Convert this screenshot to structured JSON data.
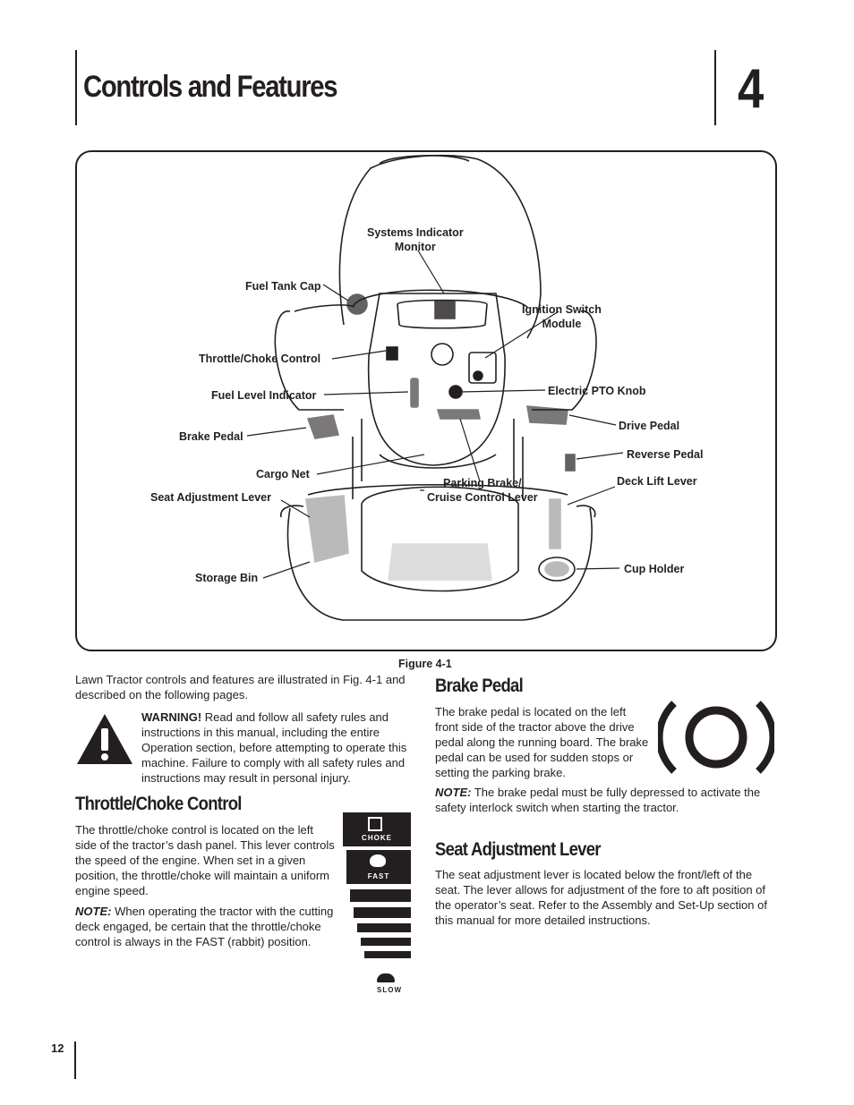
{
  "chapter": {
    "title": "Controls and Features",
    "number": "4"
  },
  "figure": {
    "caption": "Figure 4-1",
    "labels": {
      "systems_indicator": "Systems Indicator\nMonitor",
      "fuel_tank_cap": "Fuel Tank Cap",
      "ignition_switch": "Ignition Switch\nModule",
      "throttle_choke": "Throttle/Choke Control",
      "fuel_level": "Fuel Level Indicator",
      "electric_pto": "Electric PTO Knob",
      "drive_pedal": "Drive Pedal",
      "brake_pedal": "Brake Pedal",
      "reverse_pedal": "Reverse Pedal",
      "cargo_net": "Cargo Net",
      "deck_lift": "Deck Lift Lever",
      "seat_adjustment": "Seat Adjustment Lever",
      "parking_brake": "Parking Brake/\nCruise Control Lever",
      "cup_holder": "Cup Holder",
      "storage_bin": "Storage Bin"
    }
  },
  "intro": "Lawn Tractor controls and features are illustrated in Fig. 4-1 and described on the following pages.",
  "warning": {
    "label": "WARNING!",
    "text": " Read and follow all safety rules and instructions in this manual, including the entire Operation section, before attempting to operate this machine. Failure to comply with all safety rules and instructions may result in personal injury."
  },
  "throttle_section": {
    "heading": "Throttle/Choke Control",
    "body": "The throttle/choke control is located on the left side of the tractor’s dash panel. This lever controls the speed of the engine. When set in a given position, the throttle/choke will maintain a uniform engine speed.",
    "note_label": "NOTE:",
    "note_text": " When operating the tractor with the cutting deck engaged, be certain that the throttle/choke control is always in the FAST (rabbit) position.",
    "decal": {
      "choke": "CHOKE",
      "fast": "FAST",
      "slow": "SLOW"
    }
  },
  "brake_section": {
    "heading": "Brake Pedal",
    "body": "The brake pedal is located on the left front side of the tractor above the drive pedal along the running board. The brake pedal can be used for sudden stops or setting the parking brake.",
    "note_label": "NOTE:",
    "note_text": " The brake pedal must be fully depressed to activate the safety interlock switch when starting the tractor."
  },
  "seat_section": {
    "heading": "Seat Adjustment Lever",
    "body": "The seat adjustment lever is located below the front/left of the seat. The lever allows for adjustment of the fore to aft position of the operator’s seat. Refer to the Assembly and Set-Up section of this manual for more detailed instructions."
  },
  "page_number": "12"
}
